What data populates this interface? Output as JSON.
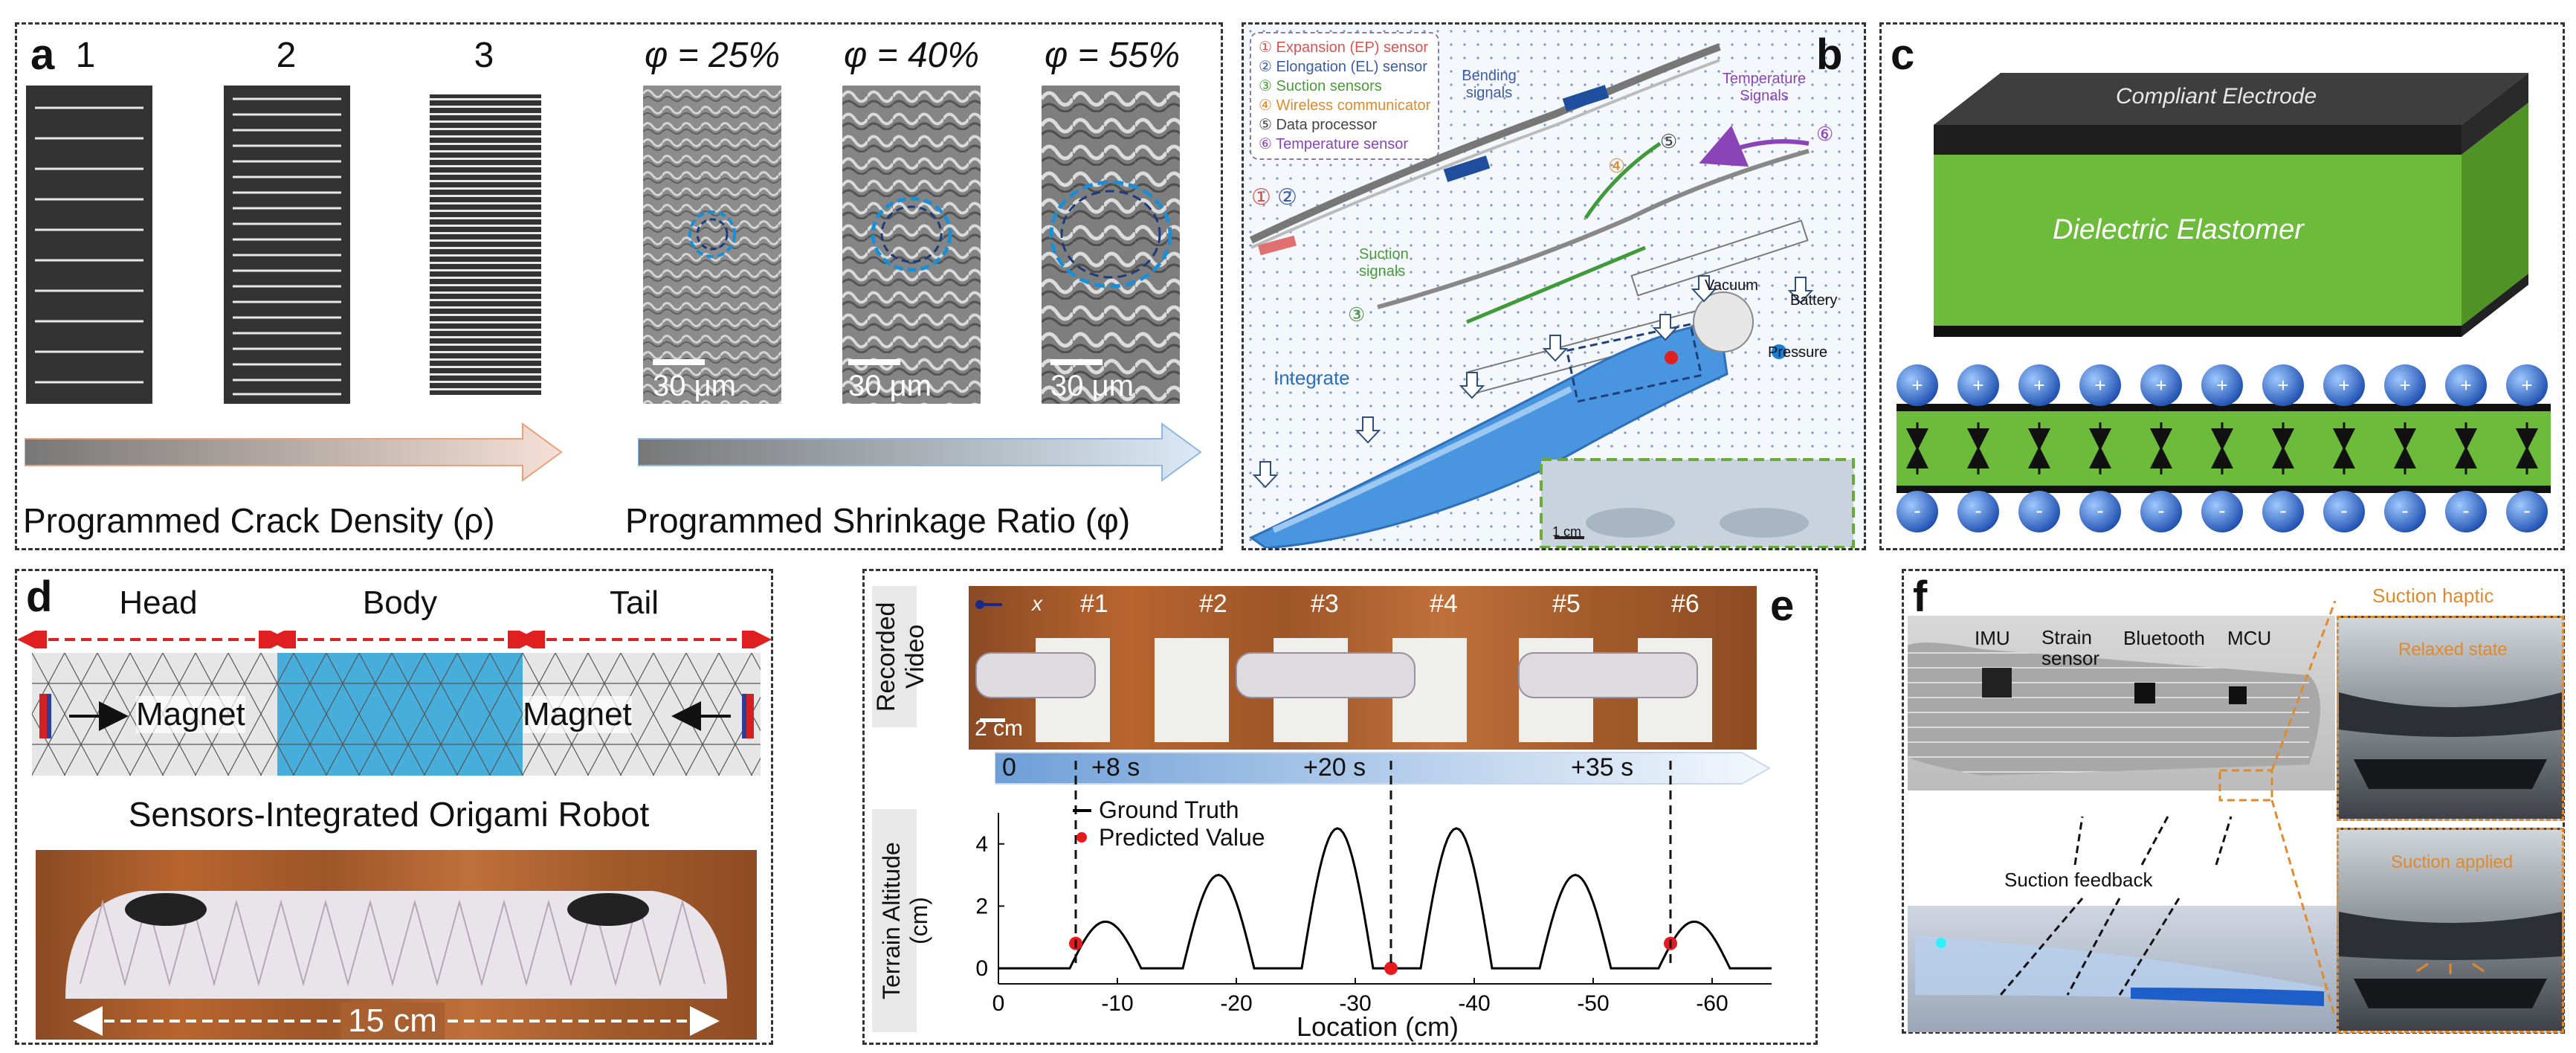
{
  "panel_a": {
    "letter": "a",
    "density_columns": [
      "1",
      "2",
      "3"
    ],
    "phi_labels": [
      "φ = 25%",
      "φ = 40%",
      "φ = 55%"
    ],
    "scale_bars": [
      "30 μm",
      "30 μm",
      "30 μm"
    ],
    "caption_left": "Programmed Crack Density (ρ)",
    "caption_right": "Programmed Shrinkage Ratio (φ)"
  },
  "panel_b": {
    "letter": "b",
    "legend": [
      {
        "text": "① Expansion (EP) sensor",
        "color": "#d9534f"
      },
      {
        "text": "② Elongation (EL) sensor",
        "color": "#3b5ca8"
      },
      {
        "text": "③ Suction sensors",
        "color": "#4a9a3a"
      },
      {
        "text": "④ Wireless communicator",
        "color": "#e08a2c"
      },
      {
        "text": "⑤ Data processor",
        "color": "#444444"
      },
      {
        "text": "⑥ Temperature sensor",
        "color": "#8b44b8"
      }
    ],
    "bending_signals": "Bending signals",
    "temperature_signals": "Temperature Signals",
    "suction_signals": "Suction signals",
    "vacuum": "Vacuum",
    "battery": "Battery",
    "pressure": "Pressure",
    "integrate": "Integrate",
    "scale": "1 cm",
    "markers": [
      "①",
      "②",
      "③",
      "④",
      "⑤",
      "⑥"
    ]
  },
  "panel_c": {
    "letter": "c",
    "top_label": "Compliant Electrode",
    "mid_label": "Dielectric Elastomer",
    "plus": "+",
    "minus": "-"
  },
  "panel_d": {
    "letter": "d",
    "segments": [
      "Head",
      "Body",
      "Tail"
    ],
    "magnet_left": "Magnet",
    "magnet_right": "Magnet",
    "title": "Sensors-Integrated Origami Robot",
    "length": "15 cm"
  },
  "panel_e": {
    "letter": "e",
    "video_label": "Recorded Video",
    "axis_x_label": "x",
    "frames": [
      "#1",
      "#2",
      "#3",
      "#4",
      "#5",
      "#6"
    ],
    "scale": "2 cm",
    "timeline": [
      "0",
      "+8 s",
      "+20 s",
      "+35 s"
    ],
    "legend_truth": "Ground Truth",
    "legend_pred": "Predicted Value"
  },
  "panel_f": {
    "letter": "f",
    "labels": {
      "imu": "IMU",
      "strain": "Strain sensor",
      "bluetooth": "Bluetooth",
      "mcu": "MCU"
    },
    "suction_feedback": "Suction feedback",
    "suction_haptic": "Suction haptic",
    "relaxed": "Relaxed state",
    "applied": "Suction applied"
  },
  "chart_data": {
    "type": "line",
    "xlabel": "Location (cm)",
    "ylabel": "Terrain Altitude (cm)",
    "xlim": [
      0,
      -65
    ],
    "ylim": [
      -0.5,
      5
    ],
    "xticks": [
      0,
      -10,
      -20,
      -30,
      -40,
      -50,
      -60
    ],
    "yticks": [
      0,
      2,
      4
    ],
    "series": [
      {
        "name": "Ground Truth",
        "kind": "line",
        "color": "#000000",
        "bumps": [
          {
            "center": -9,
            "width": 6,
            "height": 1.5
          },
          {
            "center": -18.5,
            "width": 6,
            "height": 3.0
          },
          {
            "center": -28.5,
            "width": 6,
            "height": 4.5
          },
          {
            "center": -38.5,
            "width": 6,
            "height": 4.5
          },
          {
            "center": -48.5,
            "width": 6,
            "height": 3.0
          },
          {
            "center": -58.5,
            "width": 6,
            "height": 1.5
          }
        ]
      },
      {
        "name": "Predicted Value",
        "kind": "scatter",
        "color": "#e8191b",
        "x": [
          -6.5,
          -33,
          -56.5
        ],
        "y": [
          0.8,
          0,
          0.8
        ]
      }
    ],
    "markers_x": [
      -6.5,
      -33,
      -56.5
    ]
  }
}
